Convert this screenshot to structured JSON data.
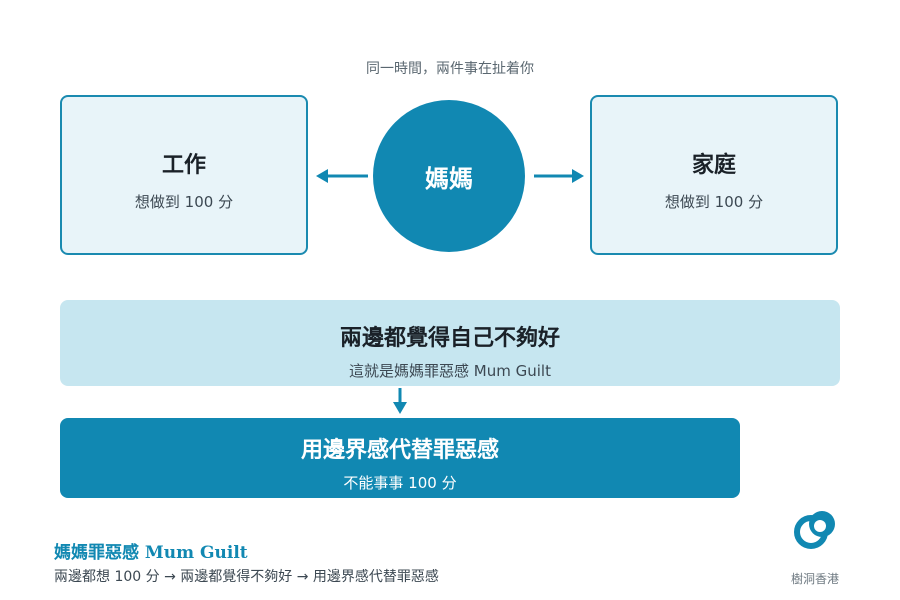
{
  "caption": "同一時間，兩件事在扯着你",
  "center": {
    "label": "媽媽"
  },
  "left_box": {
    "title": "工作",
    "subtitle": "想做到 100 分"
  },
  "right_box": {
    "title": "家庭",
    "subtitle": "想做到 100 分"
  },
  "band": {
    "title": "兩邊都覺得自己不夠好",
    "subtitle": "這就是媽媽罪惡感 Mum Guilt"
  },
  "solution": {
    "title": "用邊界感代替罪惡感",
    "subtitle": "不能事事 100 分"
  },
  "footer": {
    "title": "媽媽罪惡感 Mum Guilt",
    "summary": "兩邊都想 100 分 → 兩邊都覺得不夠好 → 用邊界感代替罪惡感"
  },
  "brand": {
    "name": "樹洞香港"
  },
  "colors": {
    "accent": "#1188b2",
    "box_fill": "#e8f4f9",
    "band_fill": "#c6e6f0",
    "text_dark": "#1a2128"
  }
}
